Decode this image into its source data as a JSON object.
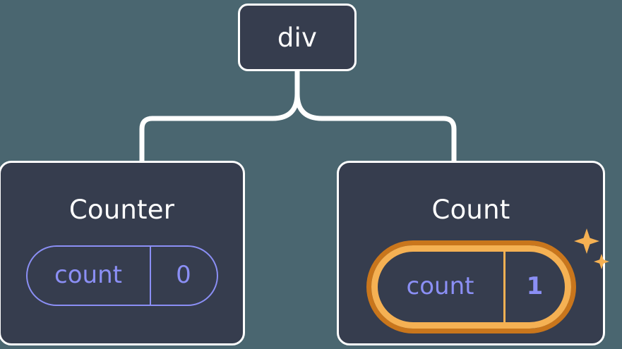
{
  "diagram": {
    "type": "component-tree",
    "background_color": "#4A6670",
    "node_fill_color": "#363D4E",
    "node_border_color": "#FFFFFF",
    "connector_color": "#FFFFFF",
    "prop_color": "#8B8FF5",
    "highlight_color_light": "#F5B153",
    "highlight_color_dark": "#C9761C"
  },
  "root": {
    "label": "div"
  },
  "children": [
    {
      "label": "Counter",
      "prop": {
        "key": "count",
        "value": "0"
      },
      "highlighted": false,
      "sparkles": false
    },
    {
      "label": "Count",
      "prop": {
        "key": "count",
        "value": "1"
      },
      "highlighted": true,
      "sparkles": true,
      "sparkle_icons": [
        "sparkle-large",
        "sparkle-small"
      ]
    }
  ]
}
